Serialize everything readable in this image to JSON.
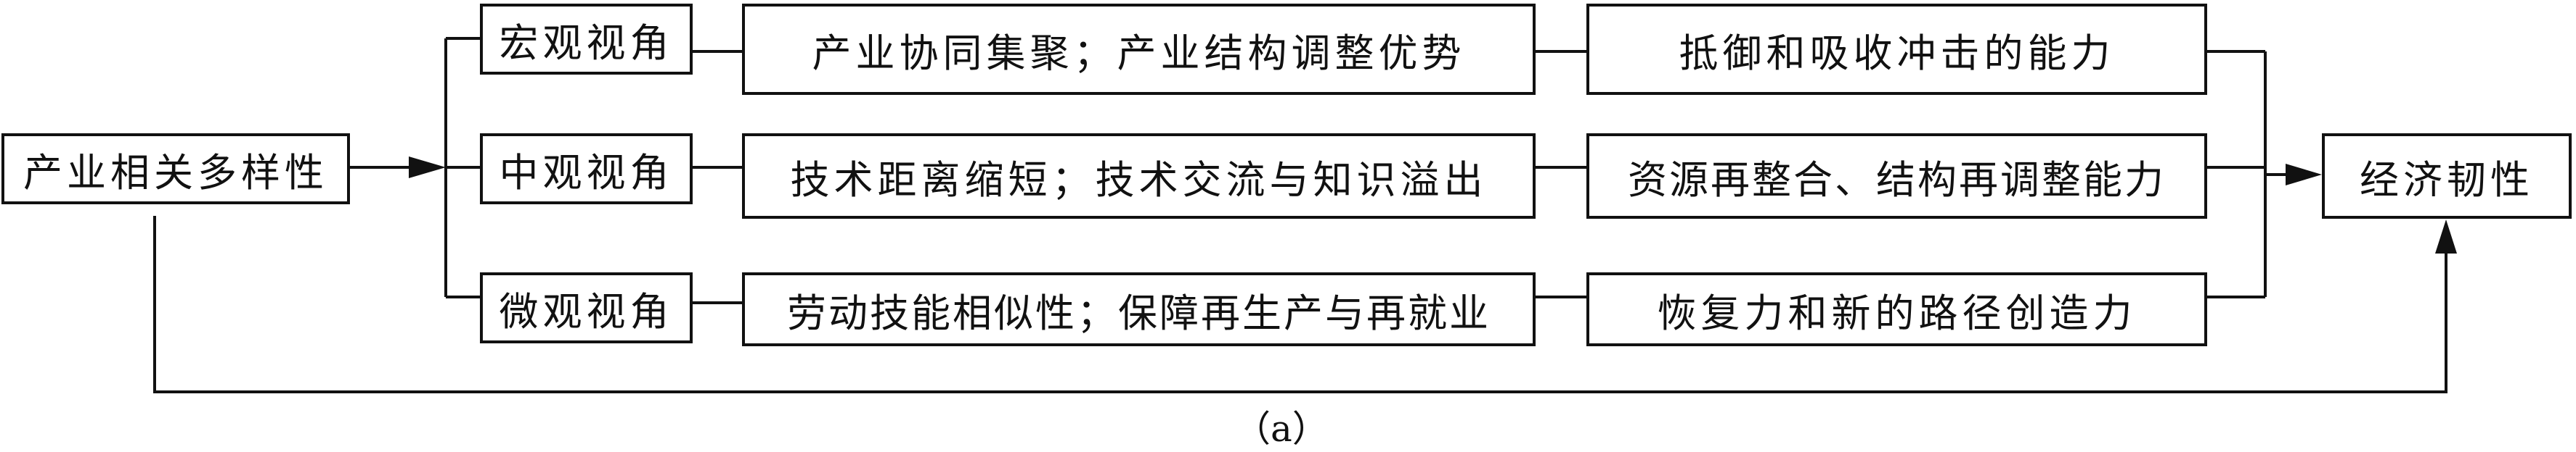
{
  "diagram": {
    "source": "产业相关多样性",
    "perspectives": [
      "宏观视角",
      "中观视角",
      "微观视角"
    ],
    "mechanisms": [
      "产业协同集聚；产业结构调整优势",
      "技术距离缩短；技术交流与知识溢出",
      "劳动技能相似性；保障再生产与再就业"
    ],
    "capabilities": [
      "抵御和吸收冲击的能力",
      "资源再整合、结构再调整能力",
      "恢复力和新的路径创造力"
    ],
    "target": "经济韧性",
    "caption": "（a）"
  }
}
